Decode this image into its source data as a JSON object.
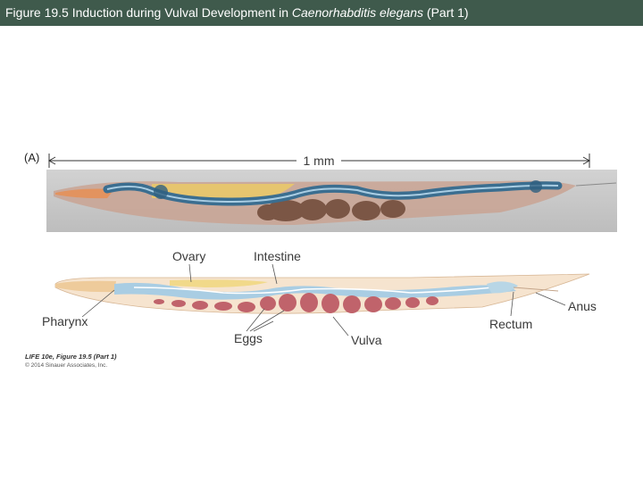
{
  "title": {
    "prefix": "Figure 19.5  Induction during Vulval Development in ",
    "species": "Caenorhabditis elegans",
    "suffix": " (Part 1)"
  },
  "panel": "(A)",
  "scale_label": "1 mm",
  "labels": {
    "ovary": "Ovary",
    "intestine": "Intestine",
    "pharynx": "Pharynx",
    "eggs": "Eggs",
    "vulva": "Vulva",
    "rectum": "Rectum",
    "anus": "Anus"
  },
  "credit": {
    "line1": "LIFE 10e, Figure 19.5 (Part 1)",
    "line2": "© 2014 Sinauer Associates, Inc."
  },
  "colors": {
    "header": "#3f5a4c",
    "intestine": "#a9cde3",
    "eggs": "#c0636b",
    "ovary": "#f1d98a",
    "body": "#f6e4cf"
  }
}
